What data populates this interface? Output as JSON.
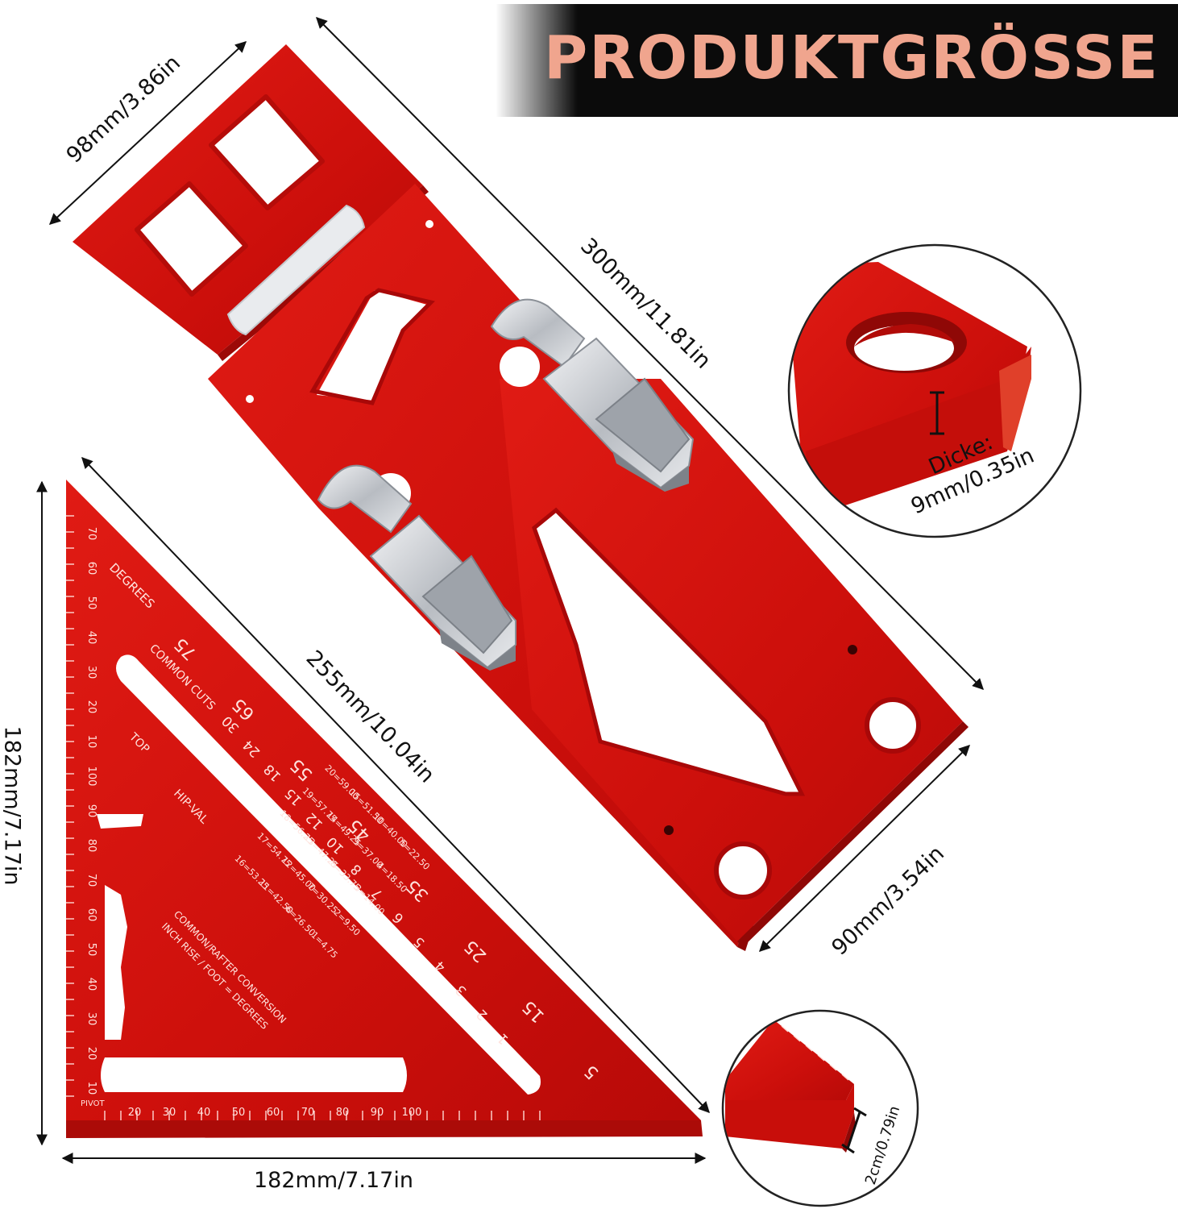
{
  "banner": {
    "title": "PRODUKTGRÖSSE"
  },
  "dimensions": {
    "top_width": "98mm/3.86in",
    "length": "300mm/11.81in",
    "inner_length": "255mm/10.04in",
    "width": "90mm/3.54in",
    "square_height": "182mm/7.17in",
    "square_width": "182mm/7.17in",
    "edge_height": "2cm/0.79in"
  },
  "thickness": {
    "label": "Dicke:",
    "value": "9mm/0.35in"
  },
  "square_ruler": {
    "labels": {
      "degrees": "DEGREES",
      "common_cuts": "COMMON CUTS",
      "top": "TOP",
      "hip_val": "HIP-VAL",
      "pivot": "PIVOT",
      "conversion_1": "COMMON/RAFTER CONVERSION",
      "conversion_2": "INCH RISE / FOOT = DEGREES"
    },
    "left_scale": [
      "10",
      "20",
      "30",
      "40",
      "50",
      "60",
      "70",
      "80",
      "90",
      "100",
      "10",
      "20",
      "30",
      "40",
      "50",
      "60",
      "70"
    ],
    "bottom_scale": [
      "20",
      "30",
      "40",
      "50",
      "60",
      "70",
      "80",
      "90",
      "100"
    ],
    "degree_marks": [
      "75",
      "65",
      "55",
      "45",
      "35",
      "25",
      "15",
      "5"
    ],
    "rafter_marks": [
      "30",
      "24",
      "18",
      "15",
      "12",
      "10",
      "8",
      "7",
      "6",
      "5",
      "4",
      "3",
      "2",
      "1"
    ],
    "table": [
      "1=4.75",
      "2=9.50",
      "3=14.00",
      "4=18.50",
      "5=22.50",
      "6=26.50",
      "7=30.25",
      "8=33.75",
      "9=37.00",
      "10=40.00",
      "11=42.50",
      "12=45.00",
      "13=47.25",
      "14=49.25",
      "15=51.50",
      "16=53.25",
      "17=54.75",
      "18=56.25",
      "19=57.75",
      "20=59.00"
    ]
  },
  "colors": {
    "aluminum_red": "#d01010",
    "aluminum_dark": "#a80808",
    "banner_text": "#f0a58e",
    "banner_bg": "#0b0b0b",
    "steel": "#c9ccd1"
  }
}
